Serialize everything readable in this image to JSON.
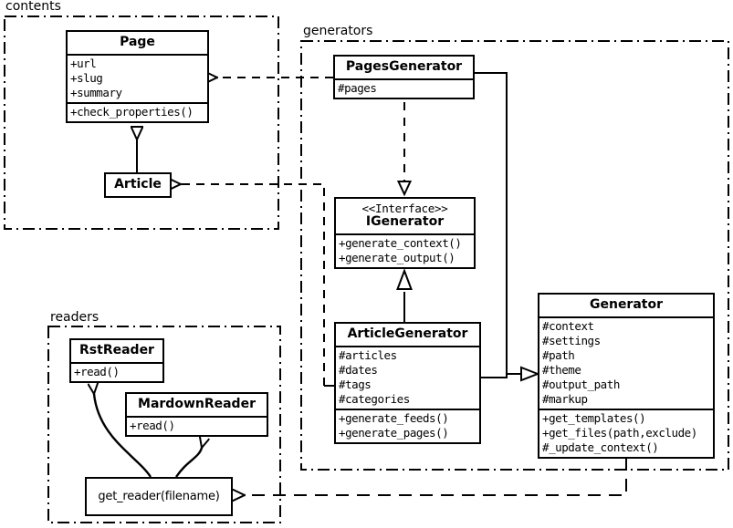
{
  "diagram": {
    "title": "Pelican static site generator class diagram",
    "stroke_color": "#000000",
    "background_color": "#ffffff"
  },
  "packages": [
    {
      "name": "contents",
      "label": "contents"
    },
    {
      "name": "generators",
      "label": "generators"
    },
    {
      "name": "readers",
      "label": "readers"
    }
  ],
  "classes": {
    "page": {
      "name": "Page",
      "stereotype": "",
      "attributes": [
        "+url",
        "+slug",
        "+summary"
      ],
      "methods": [
        "+check_properties()"
      ]
    },
    "article": {
      "name": "Article",
      "stereotype": "",
      "attributes": [],
      "methods": []
    },
    "pages_generator": {
      "name": "PagesGenerator",
      "stereotype": "",
      "attributes": [
        "#pages"
      ],
      "methods": []
    },
    "igenerator": {
      "name": "IGenerator",
      "stereotype": "<<Interface>>",
      "attributes": [],
      "methods": [
        "+generate_context()",
        "+generate_output()"
      ]
    },
    "article_generator": {
      "name": "ArticleGenerator",
      "stereotype": "",
      "attributes": [
        "#articles",
        "#dates",
        "#tags",
        "#categories"
      ],
      "methods": [
        "+generate_feeds()",
        "+generate_pages()"
      ]
    },
    "generator": {
      "name": "Generator",
      "stereotype": "",
      "attributes": [
        "#context",
        "#settings",
        "#path",
        "#theme",
        "#output_path",
        "#markup"
      ],
      "methods": [
        "+get_templates()",
        "+get_files(path,exclude)",
        "#_update_context()"
      ]
    },
    "rst_reader": {
      "name": "RstReader",
      "stereotype": "",
      "attributes": [],
      "methods": [
        "+read()"
      ]
    },
    "mardown_reader": {
      "name": "MardownReader",
      "stereotype": "",
      "attributes": [],
      "methods": [
        "+read()"
      ]
    }
  },
  "functions": {
    "get_reader": {
      "label": "get_reader(filename)"
    }
  },
  "relationships": [
    {
      "name": "article-inherits-page",
      "type": "generalization",
      "from": "Article",
      "to": "Page"
    },
    {
      "name": "pagesgenerator-depends-page",
      "type": "dependency",
      "from": "PagesGenerator",
      "to": "Page"
    },
    {
      "name": "articlegenerator-depends-article",
      "type": "dependency",
      "from": "ArticleGenerator",
      "to": "Article"
    },
    {
      "name": "pagesgenerator-realizes-igenerator",
      "type": "realization",
      "from": "PagesGenerator",
      "to": "IGenerator"
    },
    {
      "name": "articlegenerator-realizes-igenerator",
      "type": "realization",
      "from": "ArticleGenerator",
      "to": "IGenerator"
    },
    {
      "name": "pagesgenerator-aggregates-generator",
      "type": "aggregation",
      "from": "PagesGenerator",
      "to": "Generator"
    },
    {
      "name": "articlegenerator-aggregates-generator",
      "type": "aggregation",
      "from": "ArticleGenerator",
      "to": "Generator"
    },
    {
      "name": "generator-depends-get-reader",
      "type": "dependency",
      "from": "Generator",
      "to": "get_reader(filename)"
    },
    {
      "name": "get-reader-returns-rstreader",
      "type": "association",
      "from": "get_reader(filename)",
      "to": "RstReader"
    },
    {
      "name": "get-reader-returns-mardownreader",
      "type": "association",
      "from": "get_reader(filename)",
      "to": "MardownReader"
    }
  ]
}
